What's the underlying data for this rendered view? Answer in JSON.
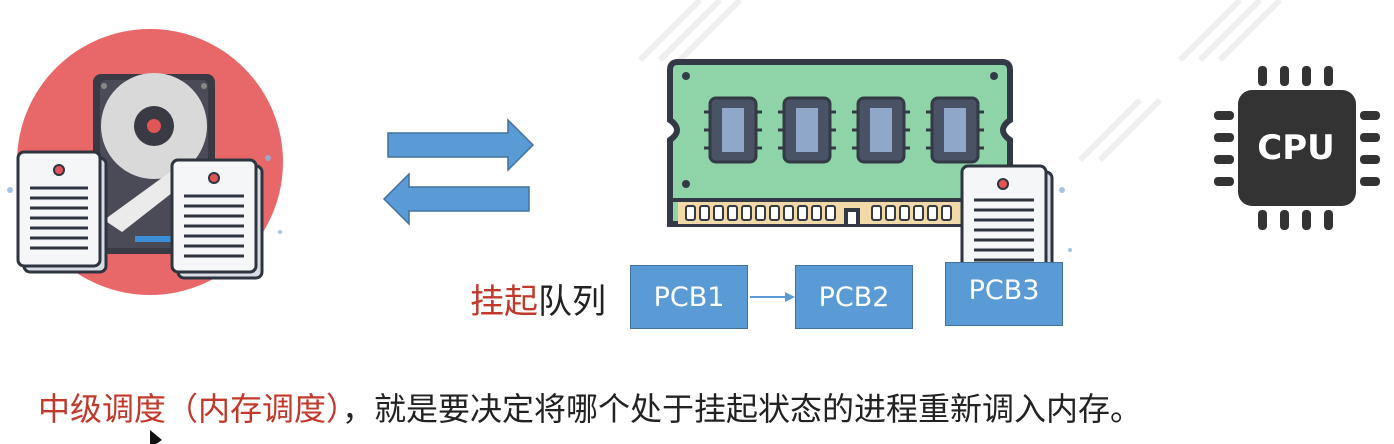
{
  "queue": {
    "label_highlight": "挂起",
    "label_rest": "队列",
    "pcbs": [
      "PCB1",
      "PCB2",
      "PCB3"
    ]
  },
  "cpu": {
    "label": "CPU"
  },
  "caption": {
    "highlight": "中级调度（内存调度）",
    "rest": "，就是要决定将哪个处于挂起状态的进程重新调入内存。"
  },
  "colors": {
    "accent_red": "#c0392b",
    "pcb_blue": "#5b9bd5",
    "arrow_blue": "#5b9bd5",
    "disk_circle": "#e8686a",
    "ram_green": "#8fd4a8",
    "cpu_dark": "#333333"
  },
  "icons": [
    "hard-disk-icon",
    "document-icon",
    "memory-module-icon",
    "cpu-chip-icon",
    "swap-arrows-icon"
  ]
}
